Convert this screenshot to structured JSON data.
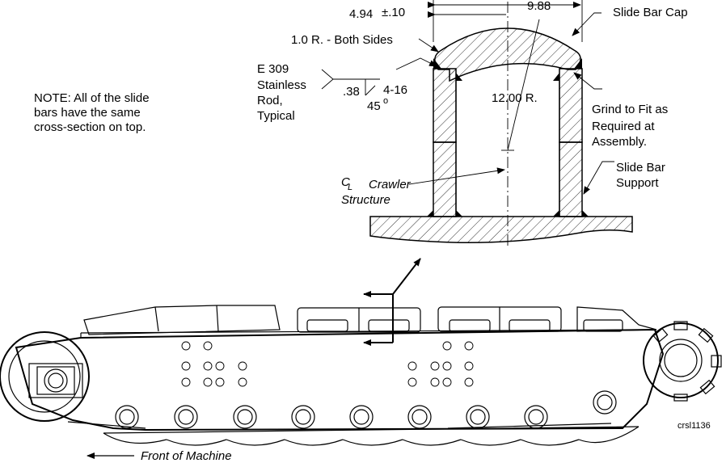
{
  "labels": {
    "note": [
      "NOTE:  All of the slide",
      "bars have the same",
      "cross-section on top."
    ],
    "dim_half_width": "4.94",
    "dim_tolerance": "±.10",
    "dim_full_width": "9.88",
    "radius_sides": "1.0 R. - Both Sides",
    "slide_bar_cap": "Slide Bar Cap",
    "weld_rod": [
      "E 309",
      "Stainless",
      "Rod,",
      "Typical"
    ],
    "weld_size": ".38",
    "weld_pitch": "4-16",
    "weld_angle": "45",
    "weld_angle_unit": "o",
    "cap_radius": "12.00 R.",
    "grind_note": [
      "Grind to Fit as",
      "Required at",
      "Assembly."
    ],
    "centerline_symbol": "C",
    "centerline_sub": "L",
    "crawler_structure": [
      "Crawler",
      "Structure"
    ],
    "slide_bar_support": [
      "Slide Bar",
      "Support"
    ],
    "front_of_machine": "Front of Machine",
    "figure_id": "crsl1136"
  },
  "colors": {
    "line": "#000000",
    "background": "#ffffff"
  }
}
